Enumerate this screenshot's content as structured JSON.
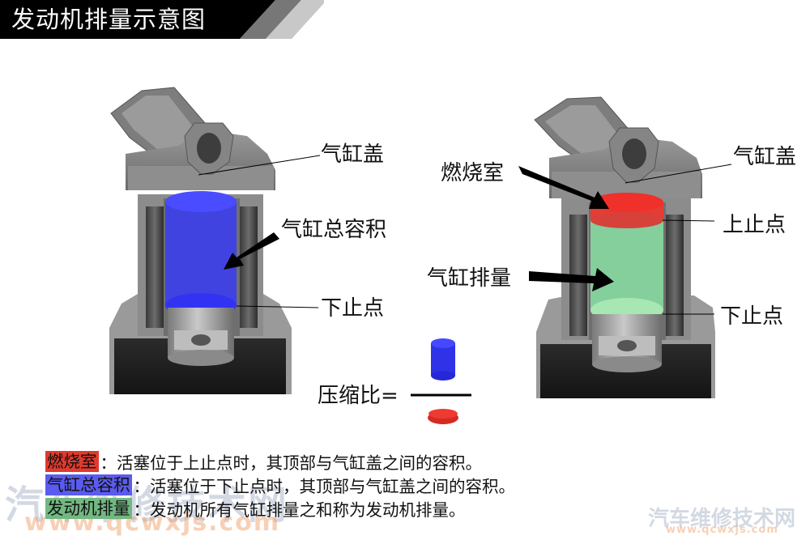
{
  "title": "发动机排量示意图",
  "colors": {
    "title_bg": "#000000",
    "stripe_dark": "#777777",
    "stripe_light": "#c8c8c8",
    "blue_volume": "#2a2cf0",
    "red_chamber": "#e8272b",
    "green_displacement": "#7fd49a",
    "engine_gray": "#8a8a8a",
    "engine_dark": "#1e1e1e"
  },
  "left_diagram": {
    "labels": {
      "cylinder_head": "气缸盖",
      "total_volume": "气缸总容积",
      "bdc": "下止点"
    }
  },
  "right_diagram": {
    "labels": {
      "combustion_chamber": "燃烧室",
      "cylinder_head": "气缸盖",
      "tdc": "上止点",
      "displacement": "气缸排量",
      "bdc": "下止点"
    }
  },
  "formula": {
    "label": "压缩比=",
    "numerator": "气缸总容积 (blue cylinder)",
    "denominator": "燃烧室 (red disc)"
  },
  "legend": [
    {
      "key": "燃烧室",
      "color": "#e03a2e",
      "desc": "：活塞位于上止点时，其顶部与气缸盖之间的容积。"
    },
    {
      "key": "气缸总容积",
      "color": "#5b5bef",
      "desc": "：活塞位于下止点时，其顶部与气缸盖之间的容积。"
    },
    {
      "key": "发动机排量",
      "color": "#72b882",
      "desc": "：发动机所有气缸排量之和称为发动机排量。"
    }
  ],
  "watermarks": {
    "site_name": "汽车维修技术网",
    "url": "www.qcwxjs.com"
  }
}
